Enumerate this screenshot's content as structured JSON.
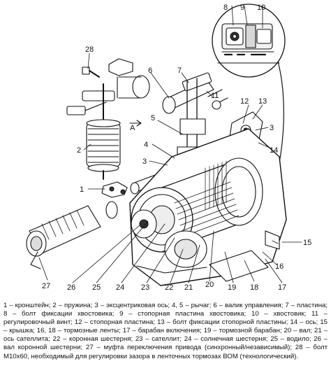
{
  "labels": {
    "l1": "1",
    "l2": "2",
    "l3a": "3",
    "l3b": "3",
    "l4": "4",
    "l5": "5",
    "l6": "6",
    "l7": "7",
    "l8": "8",
    "l9": "9",
    "l10": "10",
    "l11": "11",
    "l12": "12",
    "l13": "13",
    "l14": "14",
    "l15": "15",
    "l16": "16",
    "l17": "17",
    "l18": "18",
    "l19": "19",
    "l20": "20",
    "l21": "21",
    "l22": "22",
    "l23": "23",
    "l24": "24",
    "l25": "25",
    "l26": "26",
    "l27": "27",
    "l28": "28",
    "lA": "А"
  },
  "caption": "1 – кронштейн; 2 – пружина; 3 – эксцентриковая ось; 4, 5 – рычаг; 6 – валик управления; 7 – пластина; 8 – болт фиксации хвостовика; 9 – стопорная пластина хвостовика; 10 – хвостовик; 11 – регулировочный винт; 12 – стопорная пластина; 13 – болт фиксации стопорной пластины; 14 – ось; 15 – крышка; 16, 18 – тормозные ленты; 17 – барабан включения; 19 – тормозной барабан; 20 – вал; 21 – ось сателлита; 22 – коронная шестерня; 23 – сателлит; 24 – солнечная шестерня; 25 – водило; 26 – вал коронной шестерни; 27 – муфта переключения привода (синхронный/независимый); 28 – болт М10х60, необходимый для регулировки зазора в ленточных тормозах ВОМ (технологический)."
}
